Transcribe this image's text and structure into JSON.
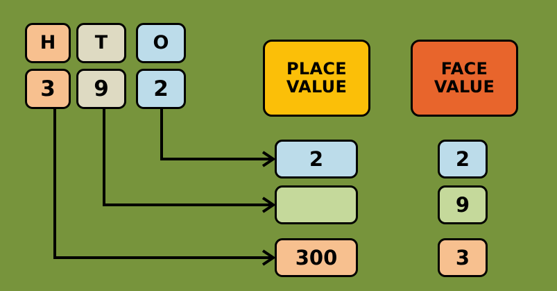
{
  "colors": {
    "background": "#77943c",
    "peach": "#f7c08f",
    "tan": "#dedac2",
    "blue": "#bcdcea",
    "sage": "#c5d99b",
    "gold": "#fbbf08",
    "red": "#e8652c",
    "outline": "#000000"
  },
  "place_chart": {
    "headers": [
      {
        "label": "H",
        "name": "hundreds"
      },
      {
        "label": "T",
        "name": "tens"
      },
      {
        "label": "O",
        "name": "ones"
      }
    ],
    "digits": [
      {
        "value": "3",
        "name": "hundreds"
      },
      {
        "value": "9",
        "name": "tens"
      },
      {
        "value": "2",
        "name": "ones"
      }
    ]
  },
  "place_value": {
    "banner_line1": "PLACE",
    "banner_line2": "VALUE",
    "values": [
      {
        "value": "2",
        "name": "ones"
      },
      {
        "value": "",
        "name": "tens"
      },
      {
        "value": "300",
        "name": "hundreds"
      }
    ]
  },
  "face_value": {
    "banner_line1": "FACE",
    "banner_line2": "VALUE",
    "values": [
      {
        "value": "2",
        "name": "ones"
      },
      {
        "value": "9",
        "name": "tens"
      },
      {
        "value": "3",
        "name": "hundreds"
      }
    ]
  }
}
